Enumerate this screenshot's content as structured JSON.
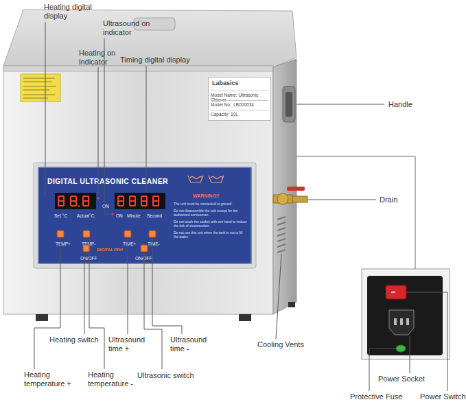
{
  "diagram": {
    "nodes": [
      {
        "text": [
          "Labasics",
          "Model Name: Ultrasonic Cleaner",
          "Model No.: LB000034",
          "Capacity: 10L"
        ]
      },
      {
        "text": [
          "DIGITAL ULTRASONIC CLEANER",
          "Set °C",
          "Actual°C",
          "ON",
          "ON",
          "Minute",
          "Second",
          "TEMP+",
          "TEMP-",
          "TIME+",
          "TIME-",
          "ON/OFF",
          "ON/OFF",
          "DIGITAL PRO",
          "WARNING!!",
          "The unit must be connected to ground.",
          "Do not disassemble the unit except for the authorized serviceman.",
          "Do not touch the socket with wet hand to reduce the risk of electrocution.",
          "Do not use this unit when the tank is not to fill the water."
        ]
      }
    ],
    "labels": [
      "Heating digital display",
      "Ultrasound on indicator",
      "Heating on indicator",
      "Timing digital display",
      "Handle",
      "Drain",
      "Heating switch",
      "Ultrasound time +",
      "Ultrasound time -",
      "Cooling Vents",
      "Heating temperature +",
      "Heating temperature -",
      "Ultrasonic switch",
      "Power Socket",
      "Protective Fuse",
      "Power Switch"
    ]
  }
}
